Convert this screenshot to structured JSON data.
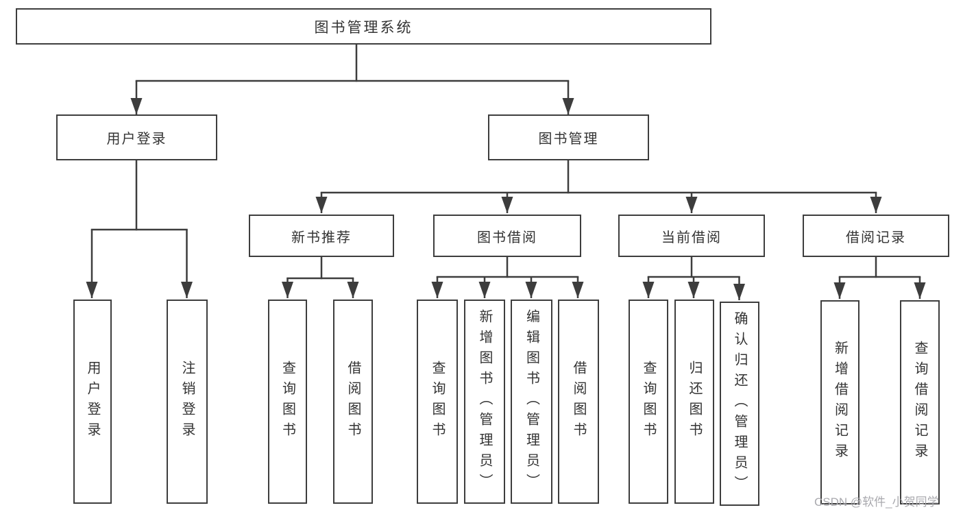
{
  "diagram": {
    "tree": {
      "label": "图书管理系统",
      "children": [
        {
          "label": "用户登录",
          "children": [
            {
              "label": "用户登录"
            },
            {
              "label": "注销登录"
            }
          ]
        },
        {
          "label": "图书管理",
          "children": [
            {
              "label": "新书推荐",
              "children": [
                {
                  "label": "查询图书"
                },
                {
                  "label": "借阅图书"
                }
              ]
            },
            {
              "label": "图书借阅",
              "children": [
                {
                  "label": "查询图书"
                },
                {
                  "label": "新增图书（管理员）"
                },
                {
                  "label": "编辑图书（管理员）"
                },
                {
                  "label": "借阅图书"
                }
              ]
            },
            {
              "label": "当前借阅",
              "children": [
                {
                  "label": "查询图书"
                },
                {
                  "label": "归还图书"
                },
                {
                  "label": "确认归还（管理员）"
                }
              ]
            },
            {
              "label": "借阅记录",
              "children": [
                {
                  "label": "新增借阅记录"
                },
                {
                  "label": "查询借阅记录"
                }
              ]
            }
          ]
        }
      ]
    },
    "watermark": "CSDN @软件_小贺同学",
    "colors": {
      "line": "#3d3d3d",
      "box_border": "#3d3d3d",
      "text": "#333333",
      "background": "#ffffff",
      "watermark": "#a9a9ae"
    },
    "icons": {
      "arrow_down": "▼"
    }
  }
}
